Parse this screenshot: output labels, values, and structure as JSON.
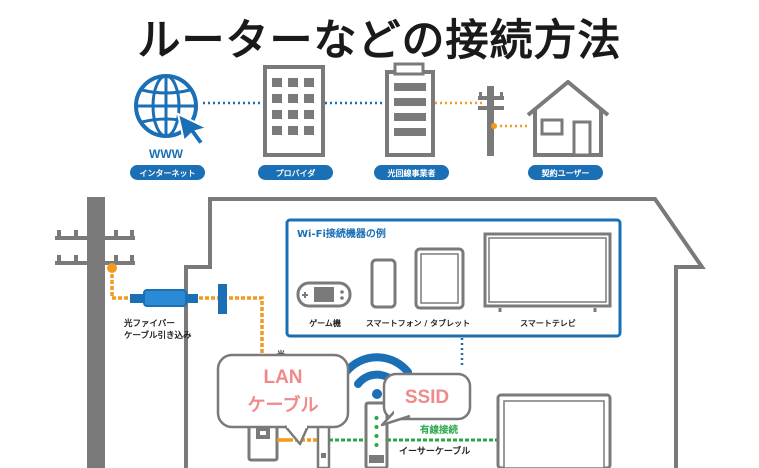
{
  "title": "ルーターなどの接続方法",
  "top_chain": {
    "www_text": "WWW",
    "labels": [
      "インターネット",
      "プロバイダ",
      "光回線事業者",
      "契約ユーザー"
    ]
  },
  "house": {
    "fiber_label_line1": "光ファイバー",
    "fiber_label_line2": "ケーブル引き込み",
    "hikari_label": "光",
    "wifi_box_title": "Wi-Fi接続機器の例",
    "devices": [
      "ゲーム機",
      "スマートフォン / タブレット",
      "スマートテレビ"
    ],
    "callout_lan_line1": "LAN",
    "callout_lan_line2": "ケーブル",
    "callout_ssid": "SSID",
    "wired_label": "有線接続",
    "ethernet_label": "イーサーケーブル"
  },
  "colors": {
    "blue": "#1a6fb5",
    "orange": "#f39a1e",
    "green": "#29a84a",
    "gray": "#7a7a7a",
    "pink": "#f08a8a"
  }
}
